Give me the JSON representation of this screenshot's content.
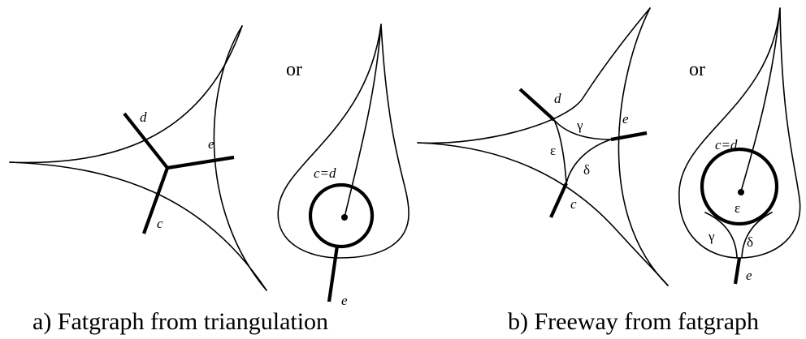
{
  "panel_a": {
    "caption": "a) Fatgraph from triangulation",
    "or_label": "or",
    "labels": {
      "d": "d",
      "e": "e",
      "c": "c",
      "cd": "c=d",
      "e2": "e"
    }
  },
  "panel_b": {
    "caption": "b) Freeway from fatgraph",
    "or_label": "or",
    "labels": {
      "d": "d",
      "e": "e",
      "c": "c",
      "gamma": "γ",
      "epsilon": "ε",
      "delta": "δ",
      "cd": "c=d",
      "epsilon2": "ε",
      "gamma2": "γ",
      "delta2": "δ",
      "e2": "e"
    }
  }
}
